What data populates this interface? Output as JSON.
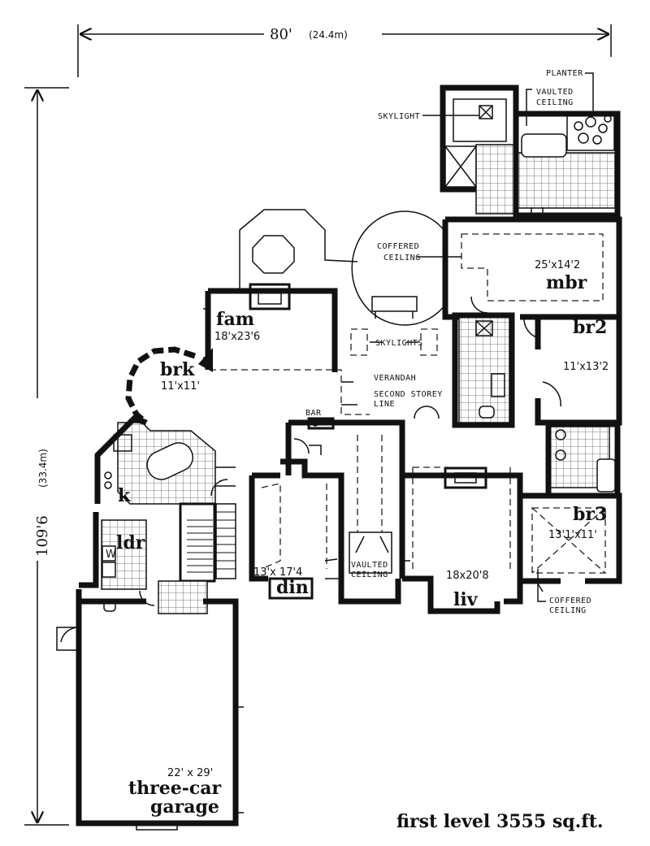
{
  "dimensions": {
    "width_main": "80'",
    "width_metric": "(24.4m)",
    "depth_main": "109'6",
    "depth_metric": "(33.4m)"
  },
  "rooms": {
    "fam": {
      "name": "fam",
      "size": "18'x23'6"
    },
    "brk": {
      "name": "brk",
      "size": "11'x11'"
    },
    "k": {
      "name": "k"
    },
    "ldr": {
      "name": "ldr"
    },
    "din": {
      "name": "din",
      "size": "13'x 17'4"
    },
    "liv": {
      "name": "liv",
      "size": "18x20'8"
    },
    "mbr": {
      "name": "mbr",
      "size": "25'x14'2"
    },
    "br2": {
      "name": "br2",
      "size": "11'x13'2"
    },
    "br3": {
      "name": "br3",
      "size": "13'1'x11'"
    },
    "garage": {
      "size": "22' x 29'",
      "line1": "three-car",
      "line2": "garage"
    }
  },
  "notes": {
    "skylight": "SKYLIGHT",
    "planter": "PLANTER",
    "vaulted_ceiling_1": "VAULTED",
    "vaulted_ceiling_2": "CEILING",
    "coffered_1": "COFFERED",
    "coffered_2": "CEILING",
    "skylights": "SKYLIGHTS",
    "verandah": "VERANDAH",
    "second_storey_1": "SECOND STOREY",
    "second_storey_2": "LINE",
    "bar": "BAR",
    "vaulted_entry_1": "VAULTED",
    "vaulted_entry_2": "CEILING",
    "coffered_br3_1": "COFFERED",
    "coffered_br3_2": "CEILING",
    "washer": "W"
  },
  "footer": "first level 3555 sq.ft."
}
